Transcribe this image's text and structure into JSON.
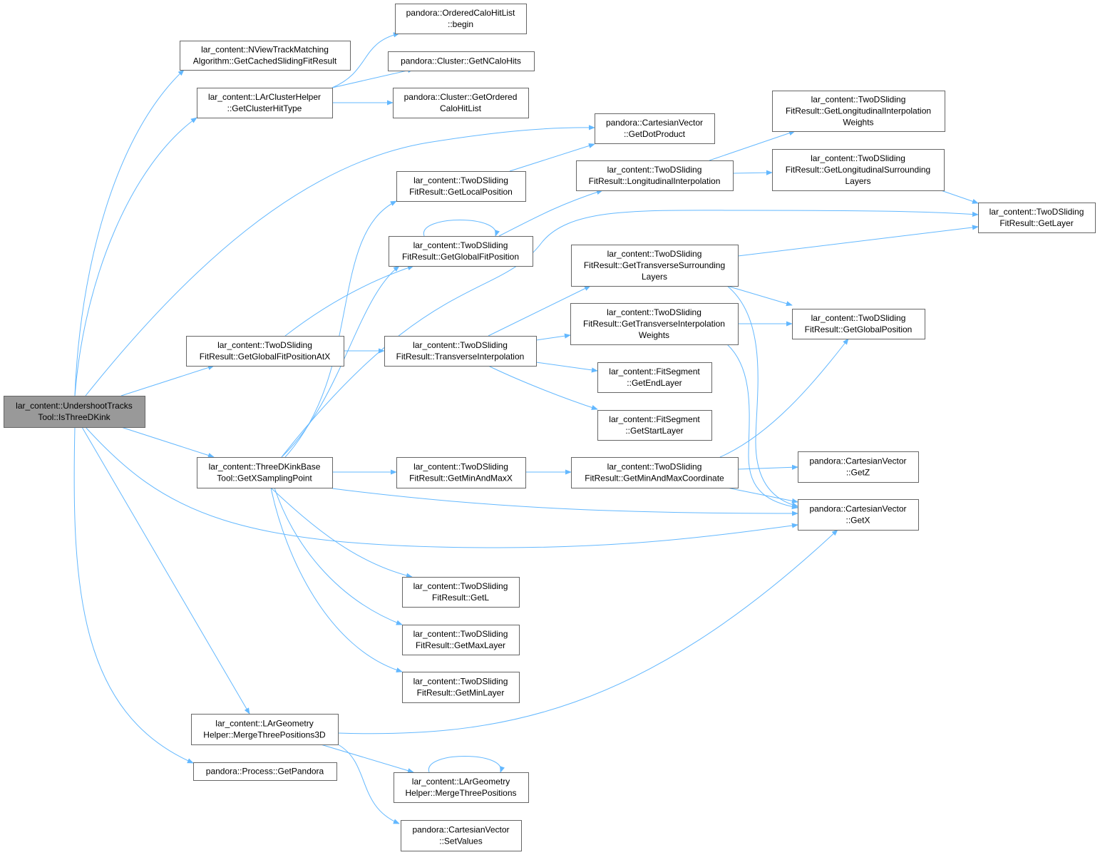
{
  "diagram": {
    "type": "call-graph",
    "colors": {
      "edge": "#63b8ff",
      "node_border": "#666666",
      "root_fill": "#999999",
      "node_fill": "#ffffff"
    },
    "nodes": [
      {
        "id": "root",
        "lines": [
          "lar_content::UndershootTracks",
          "Tool::IsThreeDKink"
        ],
        "root": true
      },
      {
        "id": "nview",
        "lines": [
          "lar_content::NViewTrackMatching",
          "Algorithm::GetCachedSlidingFitResult"
        ]
      },
      {
        "id": "clusterhit",
        "lines": [
          "lar_content::LArClusterHelper",
          "::GetClusterHitType"
        ]
      },
      {
        "id": "begin",
        "lines": [
          "pandora::OrderedCaloHitList",
          "::begin"
        ]
      },
      {
        "id": "ncalo",
        "lines": [
          "pandora::Cluster::GetNCaloHits"
        ]
      },
      {
        "id": "ordcalo",
        "lines": [
          "pandora::Cluster::GetOrdered",
          "CaloHitList"
        ]
      },
      {
        "id": "dot",
        "lines": [
          "pandora::CartesianVector",
          "::GetDotProduct"
        ]
      },
      {
        "id": "localpos",
        "lines": [
          "lar_content::TwoDSliding",
          "FitResult::GetLocalPosition"
        ]
      },
      {
        "id": "globalfit",
        "lines": [
          "lar_content::TwoDSliding",
          "FitResult::GetGlobalFitPosition"
        ]
      },
      {
        "id": "longinterp",
        "lines": [
          "lar_content::TwoDSliding",
          "FitResult::LongitudinalInterpolation"
        ]
      },
      {
        "id": "longweights",
        "lines": [
          "lar_content::TwoDSliding",
          "FitResult::GetLongitudinalInterpolation",
          "Weights"
        ]
      },
      {
        "id": "longsurr",
        "lines": [
          "lar_content::TwoDSliding",
          "FitResult::GetLongitudinalSurrounding",
          "Layers"
        ]
      },
      {
        "id": "getlayer",
        "lines": [
          "lar_content::TwoDSliding",
          "FitResult::GetLayer"
        ]
      },
      {
        "id": "transsurr",
        "lines": [
          "lar_content::TwoDSliding",
          "FitResult::GetTransverseSurrounding",
          "Layers"
        ]
      },
      {
        "id": "globalposatx",
        "lines": [
          "lar_content::TwoDSliding",
          "FitResult::GetGlobalFitPositionAtX"
        ]
      },
      {
        "id": "transinterp",
        "lines": [
          "lar_content::TwoDSliding",
          "FitResult::TransverseInterpolation"
        ]
      },
      {
        "id": "transweights",
        "lines": [
          "lar_content::TwoDSliding",
          "FitResult::GetTransverseInterpolation",
          "Weights"
        ]
      },
      {
        "id": "globalpos",
        "lines": [
          "lar_content::TwoDSliding",
          "FitResult::GetGlobalPosition"
        ]
      },
      {
        "id": "endlayer",
        "lines": [
          "lar_content::FitSegment",
          "::GetEndLayer"
        ]
      },
      {
        "id": "startlayer",
        "lines": [
          "lar_content::FitSegment",
          "::GetStartLayer"
        ]
      },
      {
        "id": "xsampling",
        "lines": [
          "lar_content::ThreeDKinkBase",
          "Tool::GetXSamplingPoint"
        ]
      },
      {
        "id": "minmaxx",
        "lines": [
          "lar_content::TwoDSliding",
          "FitResult::GetMinAndMaxX"
        ]
      },
      {
        "id": "minmaxcoord",
        "lines": [
          "lar_content::TwoDSliding",
          "FitResult::GetMinAndMaxCoordinate"
        ]
      },
      {
        "id": "getz",
        "lines": [
          "pandora::CartesianVector",
          "::GetZ"
        ]
      },
      {
        "id": "getx",
        "lines": [
          "pandora::CartesianVector",
          "::GetX"
        ]
      },
      {
        "id": "getl",
        "lines": [
          "lar_content::TwoDSliding",
          "FitResult::GetL"
        ]
      },
      {
        "id": "maxlayer",
        "lines": [
          "lar_content::TwoDSliding",
          "FitResult::GetMaxLayer"
        ]
      },
      {
        "id": "minlayer",
        "lines": [
          "lar_content::TwoDSliding",
          "FitResult::GetMinLayer"
        ]
      },
      {
        "id": "merge3d",
        "lines": [
          "lar_content::LArGeometry",
          "Helper::MergeThreePositions3D"
        ]
      },
      {
        "id": "getpandora",
        "lines": [
          "pandora::Process::GetPandora"
        ]
      },
      {
        "id": "merge",
        "lines": [
          "lar_content::LArGeometry",
          "Helper::MergeThreePositions"
        ]
      },
      {
        "id": "setvalues",
        "lines": [
          "pandora::CartesianVector",
          "::SetValues"
        ]
      }
    ],
    "edges": [
      [
        "root",
        "nview"
      ],
      [
        "root",
        "clusterhit"
      ],
      [
        "root",
        "dot"
      ],
      [
        "root",
        "globalposatx"
      ],
      [
        "root",
        "xsampling"
      ],
      [
        "root",
        "getx"
      ],
      [
        "root",
        "merge3d"
      ],
      [
        "root",
        "getpandora"
      ],
      [
        "clusterhit",
        "begin"
      ],
      [
        "clusterhit",
        "ncalo"
      ],
      [
        "clusterhit",
        "ordcalo"
      ],
      [
        "localpos",
        "dot"
      ],
      [
        "globalfit",
        "globalfit"
      ],
      [
        "globalfit",
        "longinterp"
      ],
      [
        "longinterp",
        "longweights"
      ],
      [
        "longinterp",
        "longsurr"
      ],
      [
        "longsurr",
        "getlayer"
      ],
      [
        "globalposatx",
        "globalfit"
      ],
      [
        "globalposatx",
        "transinterp"
      ],
      [
        "transinterp",
        "transsurr"
      ],
      [
        "transinterp",
        "transweights"
      ],
      [
        "transinterp",
        "endlayer"
      ],
      [
        "transinterp",
        "startlayer"
      ],
      [
        "transsurr",
        "getlayer"
      ],
      [
        "transsurr",
        "globalpos"
      ],
      [
        "transsurr",
        "getx"
      ],
      [
        "transweights",
        "globalpos"
      ],
      [
        "transweights",
        "getx"
      ],
      [
        "xsampling",
        "localpos"
      ],
      [
        "xsampling",
        "globalfit"
      ],
      [
        "xsampling",
        "getlayer"
      ],
      [
        "xsampling",
        "minmaxx"
      ],
      [
        "xsampling",
        "getx"
      ],
      [
        "xsampling",
        "getl"
      ],
      [
        "xsampling",
        "maxlayer"
      ],
      [
        "xsampling",
        "minlayer"
      ],
      [
        "minmaxx",
        "minmaxcoord"
      ],
      [
        "minmaxcoord",
        "globalpos"
      ],
      [
        "minmaxcoord",
        "getz"
      ],
      [
        "minmaxcoord",
        "getx"
      ],
      [
        "merge3d",
        "getx"
      ],
      [
        "merge3d",
        "merge"
      ],
      [
        "merge3d",
        "setvalues"
      ],
      [
        "merge",
        "merge"
      ]
    ]
  }
}
